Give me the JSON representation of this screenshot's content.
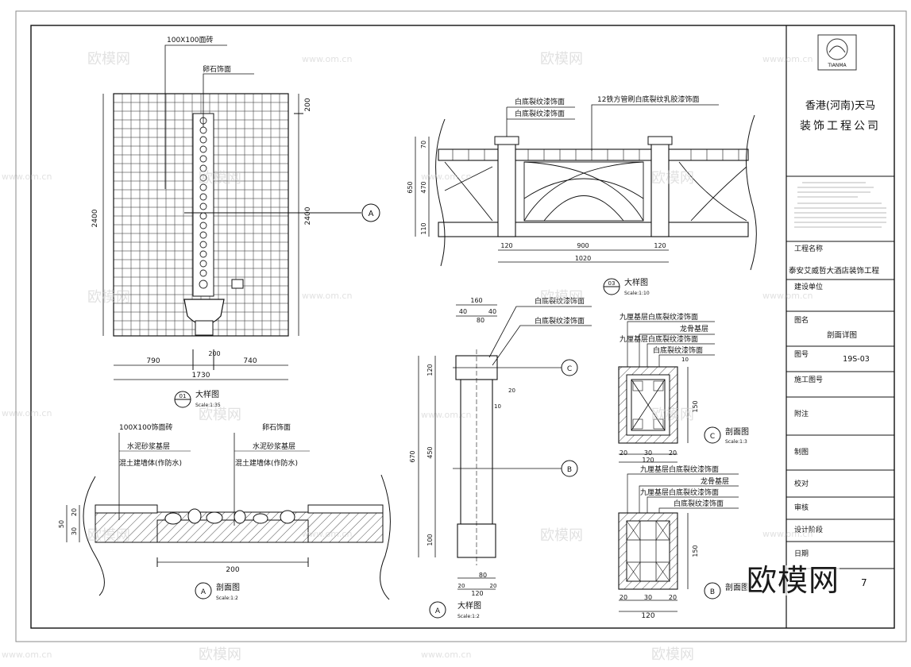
{
  "title_block": {
    "company_line1": "香港(河南)天马",
    "company_line2": "装饰工程公司",
    "logo_text": "TIANMA",
    "project_label": "工程名称",
    "project_name": "泰安艾威哲大酒店装饰工程",
    "unit_label": "建设单位",
    "drawing_label": "图名",
    "drawing_name": "剖面详图",
    "number_label": "图号",
    "number_value": "19S-03",
    "construction_label": "施工图号",
    "note_label": "附注",
    "designer_label": "制图",
    "checker_label": "校对",
    "review_label": "审核",
    "design_no_label": "设计阶段",
    "date_label": "日期",
    "sheet_no": "7"
  },
  "detail01": {
    "label_tile": "100X100面砖",
    "label_stone": "卵石饰面",
    "dim_height": "2400",
    "dim_height_right": "2400",
    "dim_top": "200",
    "dim_left": "790",
    "dim_right": "740",
    "dim_mid": "200",
    "dim_total": "1730",
    "section_marker": "A",
    "title_no": "01",
    "title": "大样图",
    "scale": "Scale:1:35"
  },
  "section_a1": {
    "label_tile": "100X100饰面砖",
    "label_mortar_left": "水泥砂浆基层",
    "label_concrete_left": "混土建墙体(作防水)",
    "label_stone": "卵石饰面",
    "label_mortar_right": "水泥砂浆基层",
    "label_concrete_right": "混土建墙体(作防水)",
    "dim_total": "50",
    "dim_top": "20",
    "dim_bottom": "30",
    "dim_width": "200",
    "marker": "A",
    "title": "剖面图",
    "scale": "Scale:1:2"
  },
  "detail03": {
    "label_paint1": "白底裂纹漆饰面",
    "label_paint2": "白底裂纹漆饰面",
    "label_tube": "12铁方管刷白底裂纹乳胶漆饰面",
    "dim_h_total": "650",
    "dim_h_top": "70",
    "dim_h_mid": "470",
    "dim_h_bottom": "110",
    "dim_post_left": "120",
    "dim_span": "900",
    "dim_post_right": "120",
    "dim_total": "1020",
    "title_no": "03",
    "title": "大样图",
    "scale": "Scale:1:10"
  },
  "detail_post": {
    "dim_top_total": "160",
    "dim_top_left": "40",
    "dim_top_mid": "80",
    "dim_top_right": "40",
    "label_paint1": "白底裂纹漆饰面",
    "label_paint2": "白底裂纹漆饰面",
    "dim_height": "670",
    "dim_cap": "120",
    "dim_mid": "450",
    "dim_base": "100",
    "dim_side1": "20",
    "dim_side2": "10",
    "dim_bot_left": "20",
    "dim_bot_mid": "80",
    "dim_bot_right": "20",
    "dim_bot_total": "120",
    "marker_c": "C",
    "marker_b": "B",
    "marker": "A",
    "title": "大样图",
    "scale": "Scale:1:2"
  },
  "section_c": {
    "label1": "九厘基层白底裂纹漆饰面",
    "label2": "龙骨基层",
    "label3": "九厘基层白底裂纹漆饰面",
    "label4": "白底裂纹漆饰面",
    "dim_right_top": "10",
    "dim_right": "150",
    "dim_b1": "20",
    "dim_b2": "30",
    "dim_b3": "20",
    "dim_total": "120",
    "marker": "C",
    "title": "剖面图",
    "scale": "Scale:1:3"
  },
  "section_b": {
    "label1": "九厘基层白底裂纹漆饰面",
    "label2": "龙骨基层",
    "label3": "九厘基层白底裂纹漆饰面",
    "label4": "白底裂纹漆饰面",
    "dim_right": "150",
    "dim_b1": "20",
    "dim_b2": "30",
    "dim_b3": "20",
    "dim_total": "120",
    "marker": "B",
    "title": "剖面图"
  },
  "watermark": {
    "site": "www.om.cn",
    "brand": "欧模网"
  }
}
